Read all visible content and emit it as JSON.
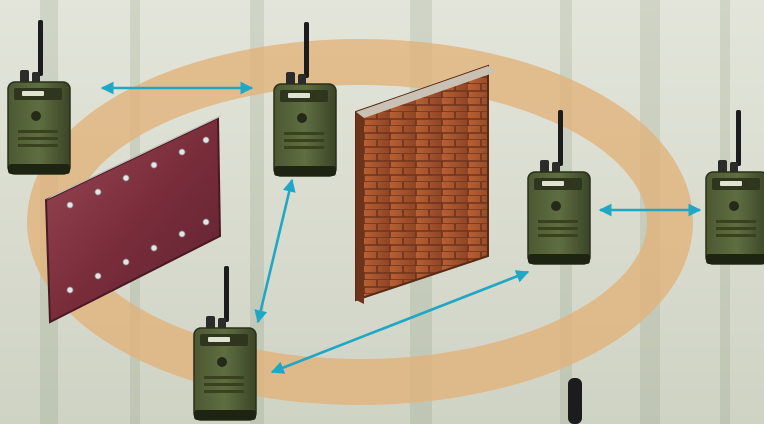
{
  "scene": {
    "description_visible_text": "",
    "colors": {
      "background": "#d9dccf",
      "ring": "#e2b27a",
      "link_arrow": "#1fa7c6",
      "radio_body": "#3f4a2c",
      "radio_front": "#56643b",
      "brick": "#a5532d",
      "mortar": "#7d3d22",
      "panel": "#7b2f3c",
      "spike": "#d8d8d8"
    }
  },
  "nodes": [
    {
      "id": "radio-top-left",
      "icon": "handheld-radio-icon"
    },
    {
      "id": "radio-top-center",
      "icon": "handheld-radio-icon"
    },
    {
      "id": "radio-bottom-center",
      "icon": "handheld-radio-icon"
    },
    {
      "id": "radio-mid-right",
      "icon": "handheld-radio-icon"
    },
    {
      "id": "radio-far-right",
      "icon": "handheld-radio-icon"
    },
    {
      "id": "radio-bottom-partial",
      "icon": "antenna-tip-icon"
    }
  ],
  "obstacles": [
    {
      "id": "spiked-metal-panel",
      "icon": "spiked-panel-icon"
    },
    {
      "id": "brick-wall",
      "icon": "brick-wall-icon"
    }
  ],
  "links": [
    {
      "from": "radio-top-left",
      "to": "radio-top-center",
      "bidirectional": true
    },
    {
      "from": "radio-top-center",
      "to": "radio-bottom-center",
      "bidirectional": true
    },
    {
      "from": "radio-bottom-center",
      "to": "radio-mid-right",
      "bidirectional": true
    },
    {
      "from": "radio-mid-right",
      "to": "radio-far-right",
      "bidirectional": true
    }
  ]
}
